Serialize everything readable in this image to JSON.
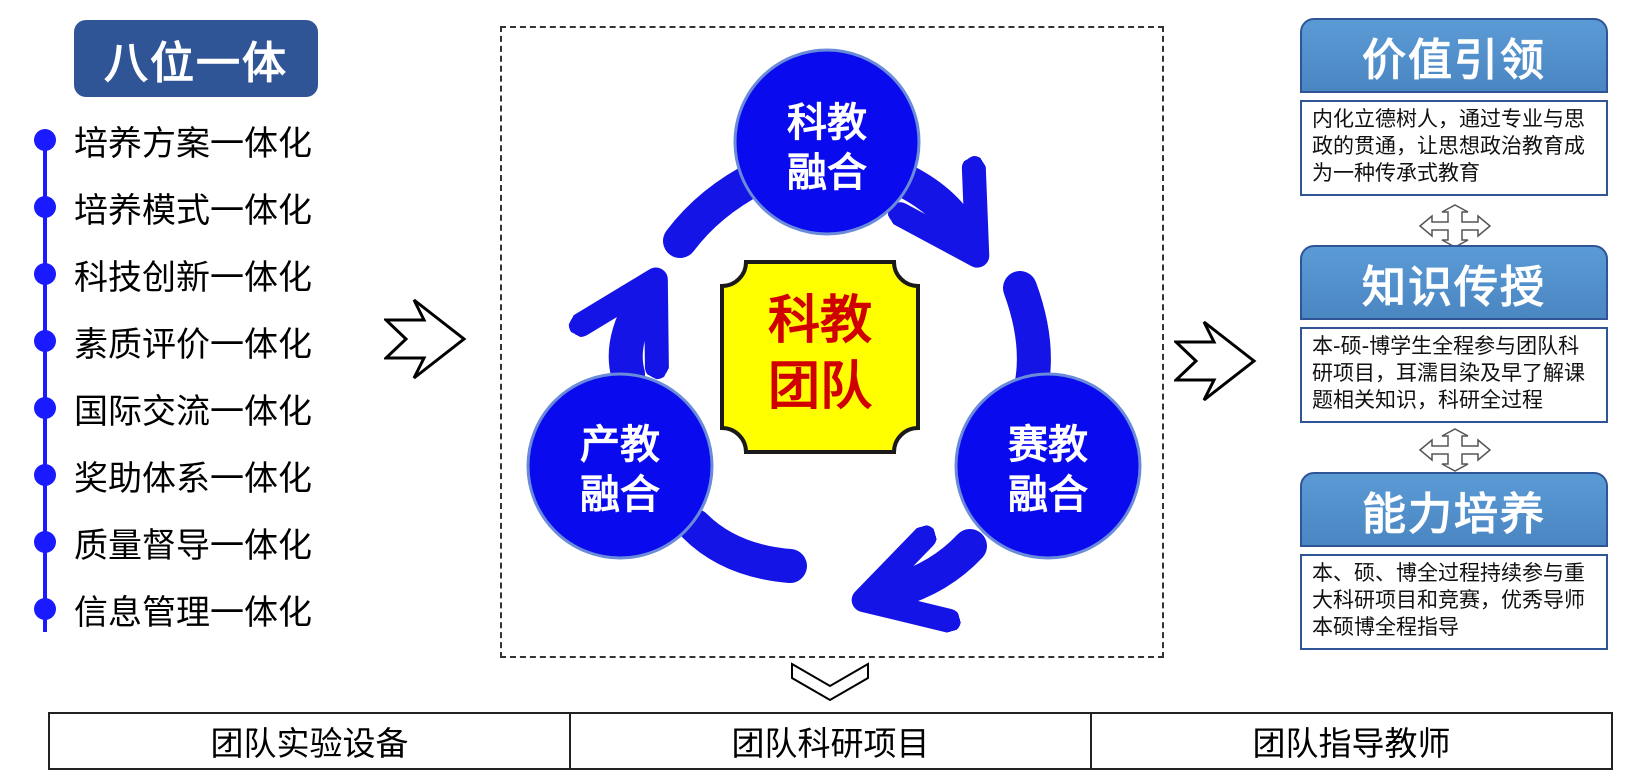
{
  "left": {
    "title": "八位一体",
    "items": [
      "培养方案一体化",
      "培养模式一体化",
      "科技创新一体化",
      "素质评价一体化",
      "国际交流一体化",
      "奖助体系一体化",
      "质量督导一体化",
      "信息管理一体化"
    ]
  },
  "center": {
    "core": {
      "line1": "科教",
      "line2": "团队"
    },
    "circles": [
      {
        "line1": "科教",
        "line2": "融合"
      },
      {
        "line1": "赛教",
        "line2": "融合"
      },
      {
        "line1": "产教",
        "line2": "融合"
      }
    ]
  },
  "right": {
    "sections": [
      {
        "title": "价值引领",
        "desc": "内化立德树人，通过专业与思政的贯通，让思想政治教育成为一种传承式教育"
      },
      {
        "title": "知识传授",
        "desc": "本-硕-博学生全程参与团队科研项目，耳濡目染及早了解课题相关知识，科研全过程"
      },
      {
        "title": "能力培养",
        "desc": "本、硕、博全过程持续参与重大科研项目和竞赛，优秀导师本硕博全程指导"
      }
    ]
  },
  "bottom": [
    "团队实验设备",
    "团队科研项目",
    "团队指导教师"
  ],
  "colors": {
    "title_bg": "#2F5597",
    "circle": "#0A0AEE",
    "arrow": "#1414E6",
    "core_fill": "#FFFF00",
    "core_text": "#D00000",
    "head_bg": "#5B9BD5"
  }
}
